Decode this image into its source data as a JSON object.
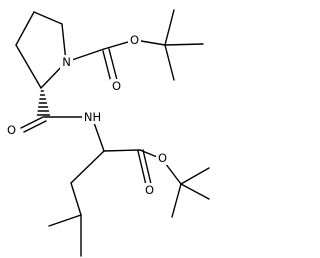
{
  "molecule": {
    "atoms": {
      "n_ring": "N",
      "o_carbamate_ester": "O",
      "o_carbamate_carbonyl": "O",
      "o_amide": "O",
      "nh_amide": "NH",
      "o_ester": "O",
      "o_ester_carbonyl": "O"
    },
    "colors": {
      "bond": "#000000",
      "label": "#000000",
      "background": "#ffffff"
    }
  }
}
